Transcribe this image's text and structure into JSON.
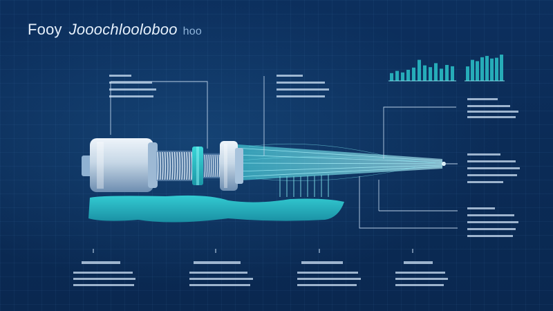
{
  "header": {
    "title_a": "Fooy",
    "title_b": "Jooochlooloboo",
    "title_c": "hoo"
  },
  "colors": {
    "background": "#0b2a55",
    "accent": "#2bc2c9",
    "beam": "#3fd6e0",
    "leader_line": "#b9cfe6",
    "metal": "#c9d8e6"
  },
  "decorative_bars": {
    "group_a": [
      0.35,
      0.45,
      0.38,
      0.5,
      0.6,
      0.95,
      0.7,
      0.62,
      0.8,
      0.55,
      0.72,
      0.66
    ],
    "group_b": [
      0.55,
      0.8,
      0.75,
      0.9,
      0.95,
      0.85,
      0.88,
      1.0
    ]
  },
  "icons": [
    "cylinder-housing",
    "spring-coil",
    "flange",
    "light-beam",
    "base-platform"
  ]
}
